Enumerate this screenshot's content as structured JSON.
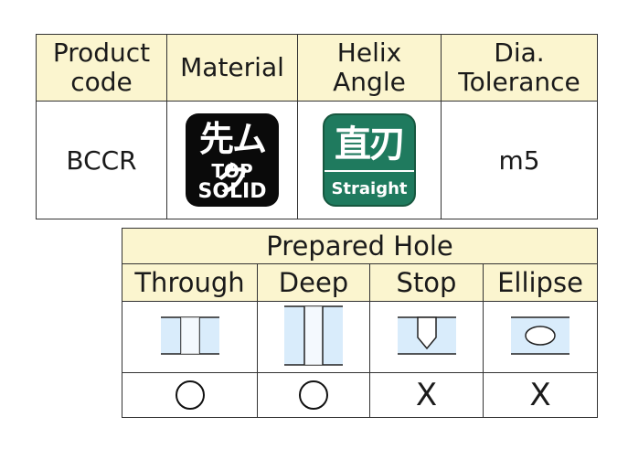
{
  "spec_table": {
    "headers": [
      "Product\ncode",
      "Material",
      "Helix\nAngle",
      "Dia.\nTolerance"
    ],
    "product_code": "BCCR",
    "material_badge": {
      "kanji": "先ムク",
      "line1": "TOP",
      "line2": "SOLID",
      "color": "#0a0a0a",
      "icon": "top-solid-badge-icon"
    },
    "helix_badge": {
      "kanji": "直刃",
      "line1": "Straight",
      "color": "#1f7a5e",
      "icon": "straight-badge-icon"
    },
    "dia_tolerance": "m5"
  },
  "hole_table": {
    "title": "Prepared Hole",
    "types": [
      "Through",
      "Deep",
      "Stop",
      "Ellipse"
    ],
    "diagram_icons": [
      "through-hole-icon",
      "deep-hole-icon",
      "stop-hole-icon",
      "ellipse-hole-icon"
    ],
    "marks": [
      "○",
      "○",
      "X",
      "X"
    ]
  },
  "colors": {
    "header_bg": "#fbf5cf",
    "hole_fill": "#d9ecfb",
    "border": "#333333"
  }
}
